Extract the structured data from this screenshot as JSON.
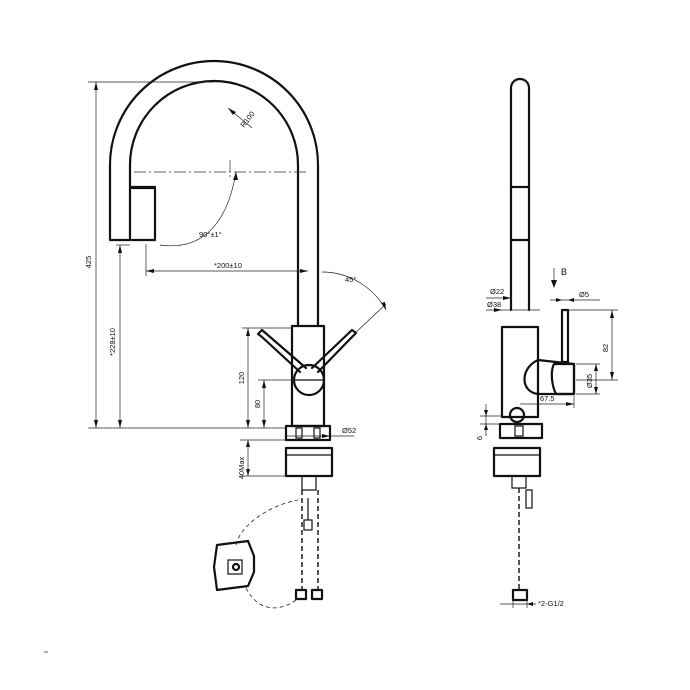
{
  "drawing": {
    "front_view": {
      "dimensions": {
        "total_height": "425",
        "spout_height": "*228±10",
        "lever_height": "120",
        "outlet_height": "80",
        "max_deck": "40Max",
        "base_diameter": "Ø52",
        "reach": "*200±10",
        "bend_radius": "R100",
        "swivel_angle": "90°±1°",
        "lever_angle": "45°"
      }
    },
    "side_view": {
      "view_marker": "B",
      "dimensions": {
        "spout_diameter": "Ø22",
        "body_diameter": "Ø38",
        "lever_diameter": "Ø5",
        "handle_height": "82",
        "handle_diameter": "Ø35",
        "handle_offset": "67.5",
        "base_gap": "6",
        "connection": "*2-G1/2"
      }
    },
    "colors": {
      "line": "#111111",
      "background": "#ffffff"
    }
  }
}
